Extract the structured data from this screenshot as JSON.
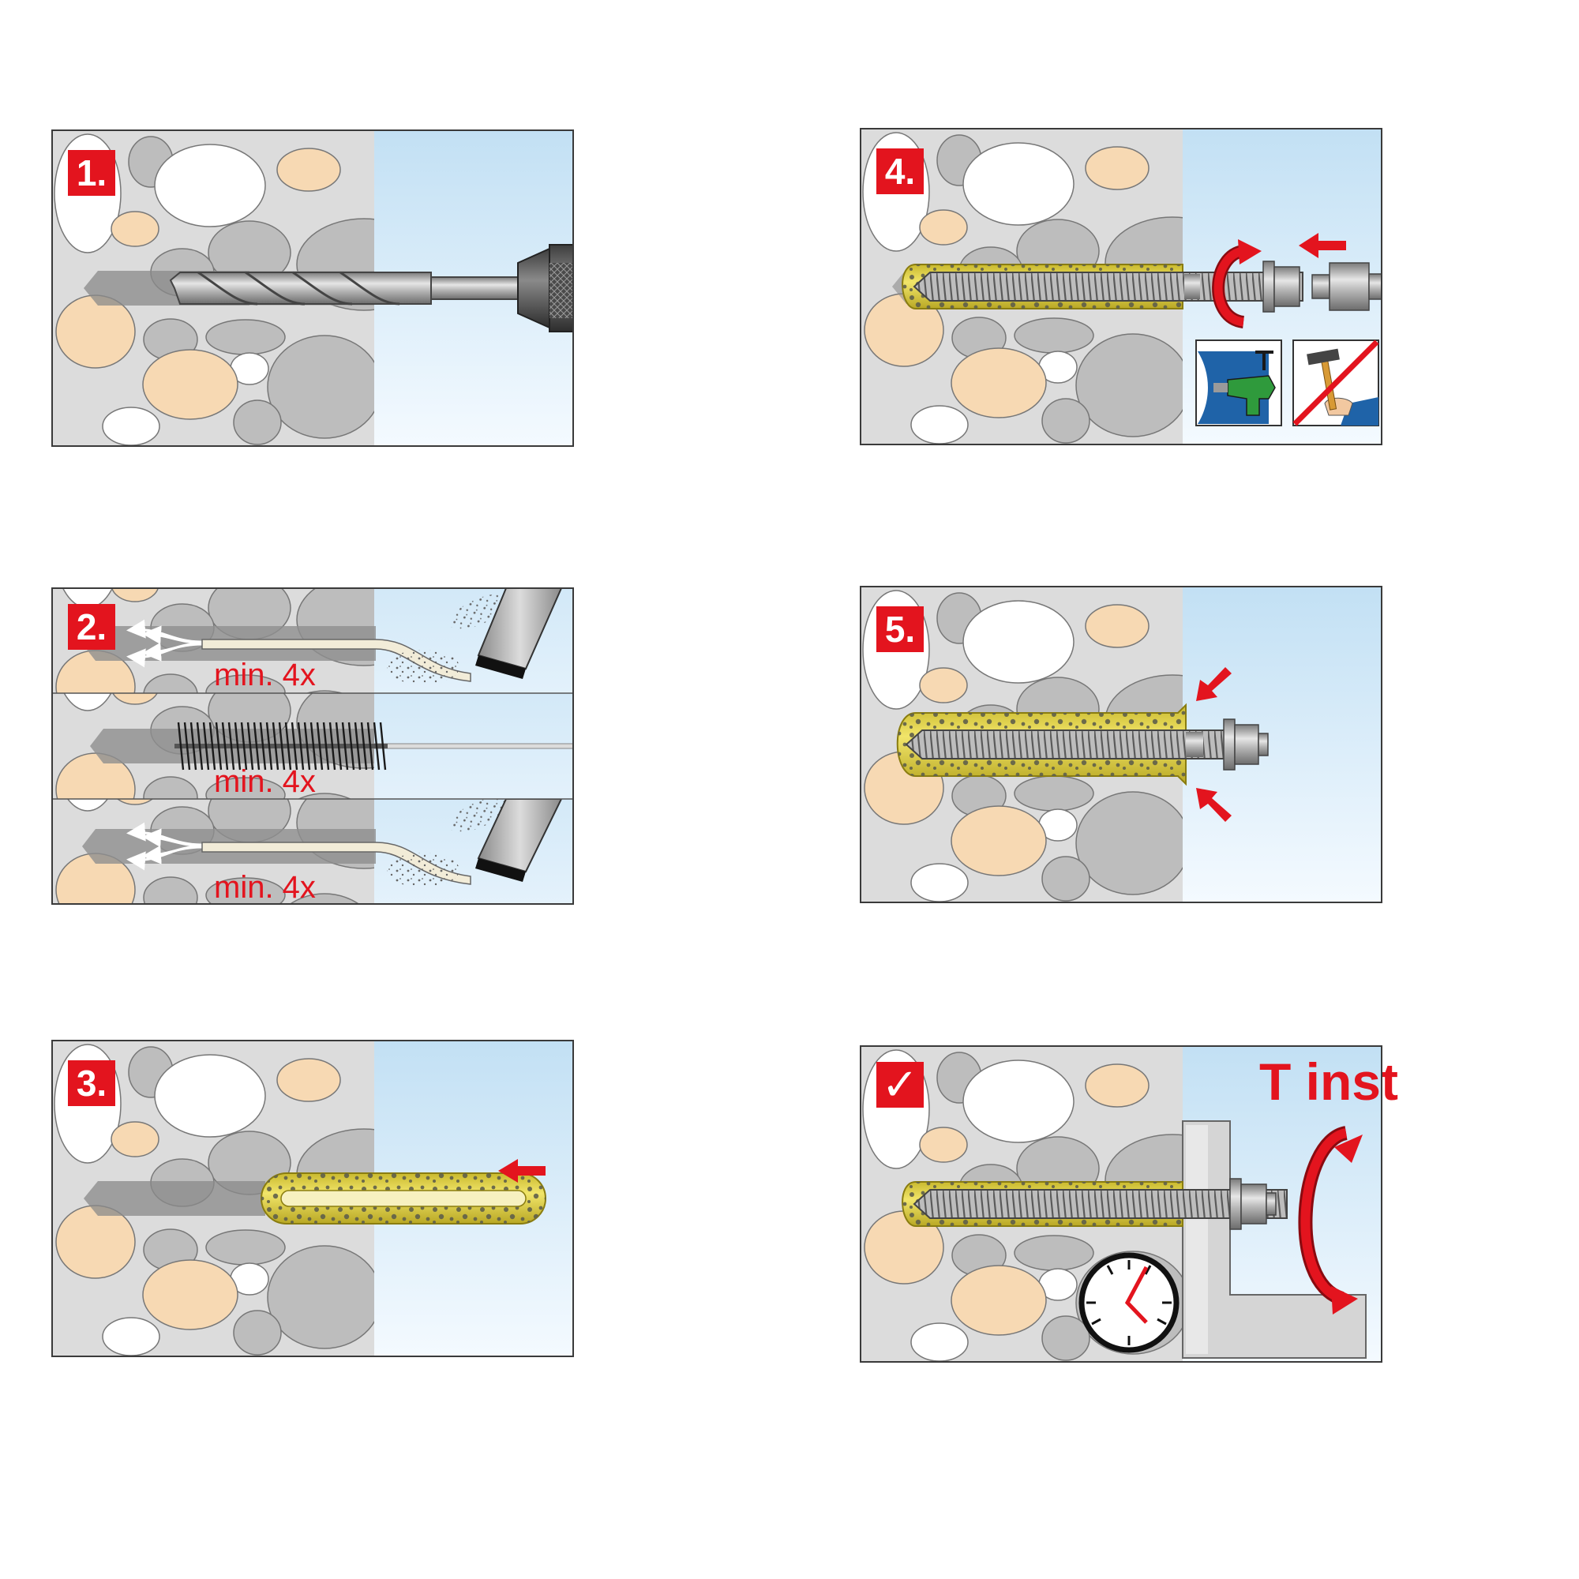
{
  "steps": {
    "step1": {
      "number": "1."
    },
    "step2": {
      "number": "2.",
      "repeat_blow_top": "min. 4x",
      "repeat_brush": "min. 4x",
      "repeat_blow_bottom": "min. 4x"
    },
    "step3": {
      "number": "3."
    },
    "step4": {
      "number": "4."
    },
    "step5": {
      "number": "5."
    },
    "step6": {
      "check": "✓",
      "cure_label": "T inst"
    }
  },
  "colors": {
    "accent_red": "#e3141e",
    "wall_grey": "#dcdcdc",
    "stone_grey": "#b9b9b9",
    "stone_tan": "#f7d9b3",
    "sky_blue": "#c8e4f5",
    "mortar_yellow": "#ddd040"
  },
  "icons": [
    "drill-bit-icon",
    "blow-pump-icon",
    "cleaning-brush-icon",
    "mortar-capsule-icon",
    "threaded-rod-icon",
    "rotary-drill-icon",
    "hammer-prohibited-icon",
    "clock-icon",
    "torque-rotation-icon",
    "insert-arrow-icon"
  ]
}
